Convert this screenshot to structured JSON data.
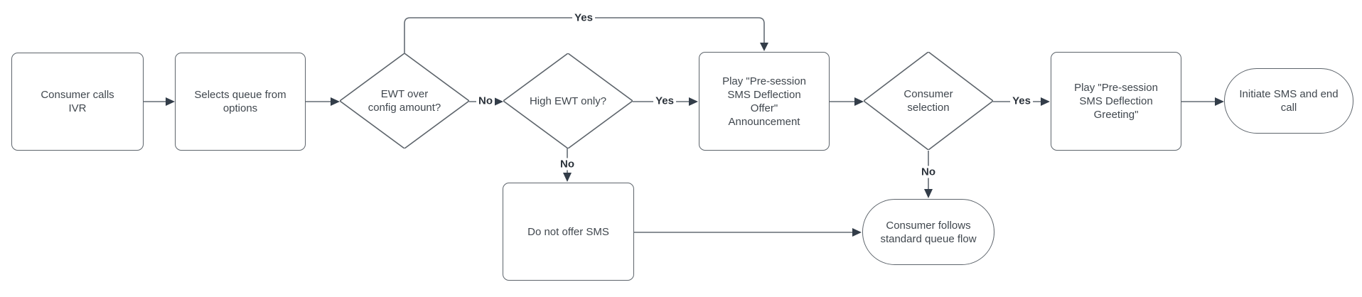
{
  "colors": {
    "background": "#ffffff",
    "node_fill": "#ffffff",
    "node_border": "#5d646b",
    "edge_color": "#646c74",
    "arrow_color": "#333d49",
    "node_text": "#40474e",
    "label_text": "#2b323a"
  },
  "nodes": [
    {
      "name": "consumer-calls-ivr",
      "type": "process",
      "label": "Consumer calls\nIVR"
    },
    {
      "name": "selects-queue-from-options",
      "type": "process",
      "label": "Selects queue from\noptions"
    },
    {
      "name": "ewt-over-config-amount",
      "type": "decision",
      "label": "EWT over\nconfig amount?"
    },
    {
      "name": "high-ewt-only",
      "type": "decision",
      "label": "High EWT only?"
    },
    {
      "name": "play-presession-sms-deflection-offer-announcement",
      "type": "process",
      "label": "Play \"Pre-session\nSMS Deflection\nOffer\"\nAnnouncement"
    },
    {
      "name": "consumer-selection",
      "type": "decision",
      "label": "Consumer\nselection"
    },
    {
      "name": "play-presession-sms-deflection-greeting",
      "type": "process",
      "label": "Play \"Pre-session\nSMS Deflection\nGreeting\""
    },
    {
      "name": "initiate-sms-and-end-call",
      "type": "terminator",
      "label": "Initiate SMS and end\ncall"
    },
    {
      "name": "do-not-offer-sms",
      "type": "process",
      "label": "Do not offer SMS"
    },
    {
      "name": "consumer-follows-standard-queue-flow",
      "type": "terminator",
      "label": "Consumer follows\nstandard queue flow"
    }
  ],
  "edge_labels": [
    {
      "name": "ewt-over-config-yes",
      "text": "Yes"
    },
    {
      "name": "ewt-over-config-no",
      "text": "No"
    },
    {
      "name": "high-ewt-yes",
      "text": "Yes"
    },
    {
      "name": "high-ewt-no",
      "text": "No"
    },
    {
      "name": "consumer-selection-yes",
      "text": "Yes"
    },
    {
      "name": "consumer-selection-no",
      "text": "No"
    }
  ]
}
